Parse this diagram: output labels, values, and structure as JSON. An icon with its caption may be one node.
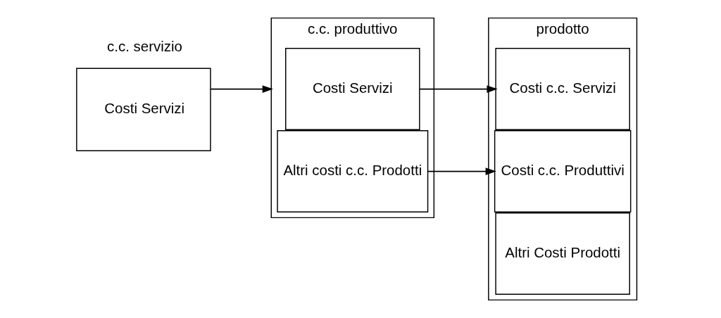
{
  "diagram": {
    "nodes": [
      {
        "text": [
          "c.c. servizio",
          "Costi Servizi"
        ]
      },
      {
        "text": [
          "c.c. produttivo"
        ]
      },
      {
        "text": [
          "Costi Servizi"
        ],
        "in": 1
      },
      {
        "text": [
          "Altri costi c.c. Prodotti"
        ],
        "in": 1
      },
      {
        "text": [
          "prodotto"
        ]
      },
      {
        "text": [
          "Costi c.c. Servizi"
        ],
        "in": 4
      },
      {
        "text": [
          "Costi c.c. Produttivi"
        ],
        "in": 4
      },
      {
        "text": [
          "Altri Costi Prodotti"
        ],
        "in": 4
      }
    ],
    "edges": [
      {
        "from": 0,
        "to": 1,
        "arrow": "to"
      },
      {
        "from": 2,
        "to": 5,
        "arrow": "to"
      },
      {
        "from": 3,
        "to": 6,
        "arrow": "to"
      }
    ]
  }
}
